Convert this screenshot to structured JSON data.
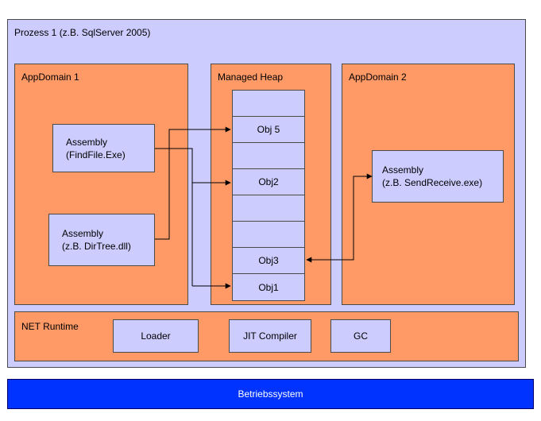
{
  "process": {
    "label": "Prozess 1 (z.B. SqlServer 2005)"
  },
  "appdomain1": {
    "label": "AppDomain 1",
    "assembly_a": {
      "line1": "Assembly",
      "line2": "(FindFile.Exe)"
    },
    "assembly_b": {
      "line1": "Assembly",
      "line2": "(z.B. DirTree.dll)"
    }
  },
  "managed_heap": {
    "label": "Managed Heap",
    "cells": [
      "",
      "Obj 5",
      "",
      "Obj2",
      "",
      "",
      "Obj3",
      "Obj1"
    ]
  },
  "appdomain2": {
    "label": "AppDomain 2",
    "assembly": {
      "line1": "Assembly",
      "line2": "(z.B. SendReceive.exe)"
    }
  },
  "runtime": {
    "label": "NET Runtime",
    "components": [
      "Loader",
      "JIT Compiler",
      "GC"
    ]
  },
  "os": {
    "label": "Betriebssystem"
  },
  "colors": {
    "lavender": "#ccccff",
    "orange": "#ff9966",
    "blue": "#0033ff"
  }
}
